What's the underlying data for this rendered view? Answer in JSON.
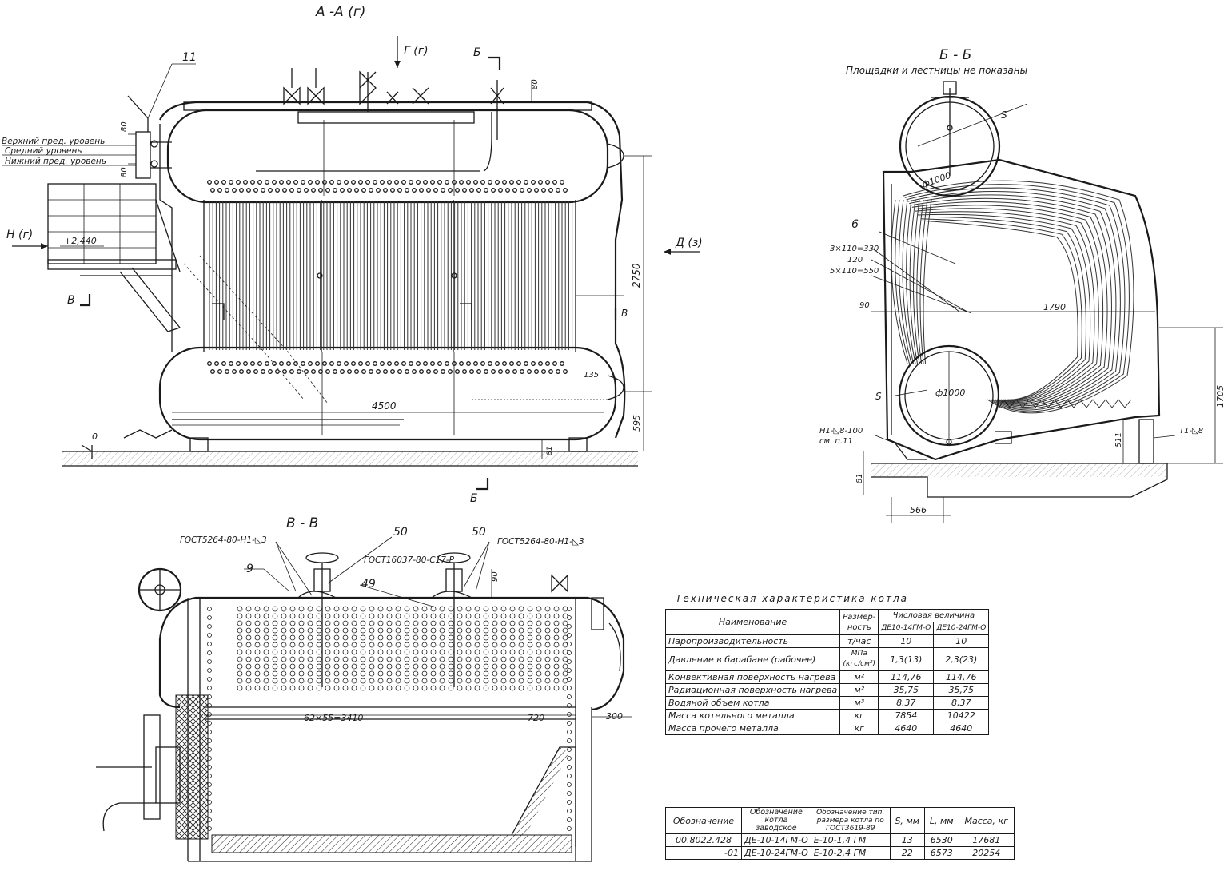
{
  "sections": {
    "aa_title": "А -А (г)",
    "bb_title": "Б - Б",
    "bb_note": "Площадки и лестницы не показаны",
    "vv_title": "В - В"
  },
  "aa_view": {
    "gamma": "Г (г)",
    "b_mark_top": "Б",
    "b_mark_bottom": "Б",
    "v_mark_left": "В",
    "v_mark_right": "В",
    "n_arrow": "Н (г)",
    "d_arrow": "Д (з)",
    "callout_11": "11",
    "level_upper": "Верхний пред. уровень",
    "level_middle": "Средний уровень",
    "level_lower": "Нижний пред. уровень",
    "elev_platform": "+2,440",
    "zero": "0",
    "dim_80a": "80",
    "dim_80b": "80",
    "dim_80c": "80",
    "dim_2750": "2750",
    "dim_595": "595",
    "dim_135": "135",
    "dim_4500": "4500",
    "dim_81": "81"
  },
  "bb_view": {
    "phi_top": "ф1000",
    "phi_bottom": "ф1000",
    "s_top": "S",
    "s_bottom": "S",
    "six": "6",
    "dim_3x110": "3×110=330",
    "dim_120": "120",
    "dim_5x110": "5×110=550",
    "dim_90": "90",
    "dim_1790": "1790",
    "dim_1705": "1705",
    "dim_511": "511",
    "dim_81": "81",
    "dim_566": "566",
    "weld_h1": "Н1-◺8-100",
    "weld_h1_note": "см. п.11",
    "weld_t1": "Т1-◺8"
  },
  "vv_view": {
    "gost_left": "ГОСТ5264-80-Н1-◺3",
    "gost_mid": "ГОСТ16037-80-С17-Р",
    "gost_right": "ГОСТ5264-80-Н1-◺3",
    "callout_9": "9",
    "callout_50a": "50",
    "callout_50b": "50",
    "callout_49": "49",
    "dim_90": "90",
    "dim_pitch": "62×55=3410",
    "dim_720": "720",
    "dim_300": "300"
  },
  "tech_table": {
    "caption": "Техническая характеристика котла",
    "head_name": "Наименование",
    "head_dim": "Размер-ность",
    "head_value": "Числовая величина",
    "head_model1": "ДЕ10-14ГМ-О",
    "head_model2": "ДЕ10-24ГМ-О",
    "rows": [
      {
        "name": "Паропроизводительность",
        "unit": "т/час",
        "v1": "10",
        "v2": "10"
      },
      {
        "name": "Давление в барабане (рабочее)",
        "unit": "МПа (кгс/см²)",
        "v1": "1,3(13)",
        "v2": "2,3(23)"
      },
      {
        "name": "Конвективная поверхность нагрева",
        "unit": "м²",
        "v1": "114,76",
        "v2": "114,76"
      },
      {
        "name": "Радиационная поверхность нагрева",
        "unit": "м²",
        "v1": "35,75",
        "v2": "35,75"
      },
      {
        "name": "Водяной объем котла",
        "unit": "м³",
        "v1": "8,37",
        "v2": "8,37"
      },
      {
        "name": "Масса котельного металла",
        "unit": "кг",
        "v1": "7854",
        "v2": "10422"
      },
      {
        "name": "Масса прочего металла",
        "unit": "кг",
        "v1": "4640",
        "v2": "4640"
      }
    ]
  },
  "spec_table": {
    "h_designation": "Обозначение",
    "h_factory": "Обозначение котла заводское",
    "h_gost": "Обозначение тип. размера котла по ГОСТ3619-89",
    "h_s": "S, мм",
    "h_l": "L, мм",
    "h_mass": "Масса, кг",
    "rows": [
      {
        "designation": "00.8022.428",
        "factory": "ДЕ-10-14ГМ-О",
        "gost": "Е-10-1,4 ГМ",
        "s": "13",
        "l": "6530",
        "mass": "17681"
      },
      {
        "designation": "-01",
        "factory": "ДЕ-10-24ГМ-О",
        "gost": "Е-10-2,4 ГМ",
        "s": "22",
        "l": "6573",
        "mass": "20254"
      }
    ]
  }
}
